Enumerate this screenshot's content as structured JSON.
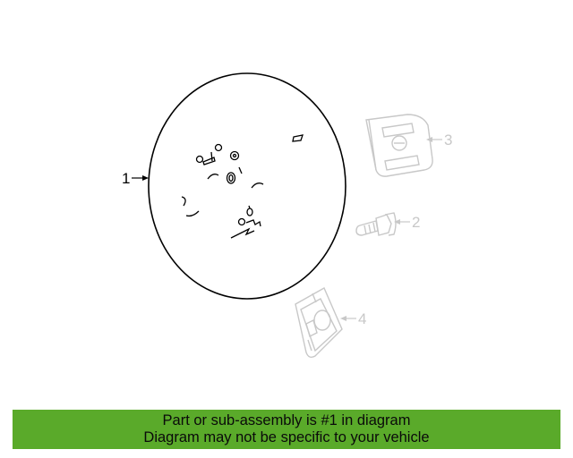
{
  "diagram": {
    "callouts": {
      "part1": "1",
      "part2": "2",
      "part3": "3",
      "part4": "4"
    },
    "highlight_part": "1",
    "colors": {
      "active_part": "#000000",
      "inactive_part": "#c8c8c8",
      "banner": "#5aaa2a"
    }
  },
  "banner": {
    "line1": "Part or sub-assembly is #1 in diagram",
    "line2": "Diagram may not be specific to your vehicle"
  }
}
